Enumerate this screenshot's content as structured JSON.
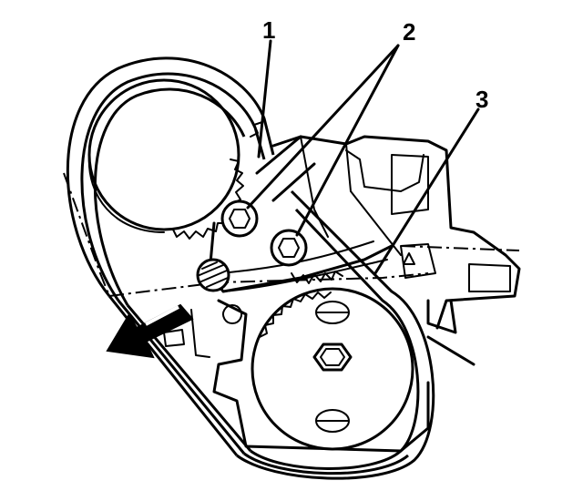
{
  "diagram": {
    "callouts": [
      {
        "id": "1",
        "label": "1"
      },
      {
        "id": "2",
        "label": "2"
      },
      {
        "id": "3",
        "label": "3"
      }
    ],
    "colors": {
      "line": "#000000",
      "background": "#ffffff"
    },
    "icons": [
      "direction-arrow-icon",
      "bolt-icon",
      "pivot-pin-icon",
      "tensioner-pulley-icon",
      "camshaft-sprocket-icon",
      "crankshaft-sprocket-icon"
    ]
  }
}
